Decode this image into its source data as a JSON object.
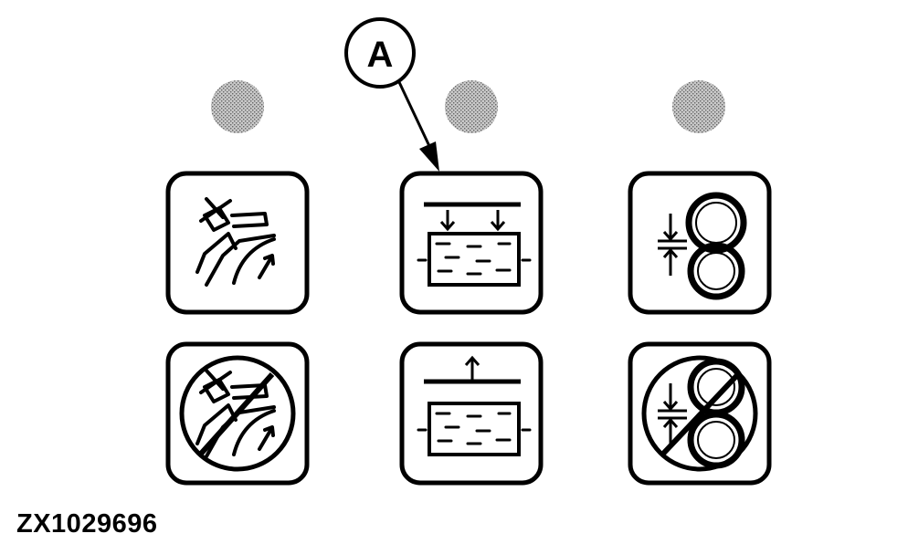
{
  "callout": {
    "letter": "A"
  },
  "figure_id": "ZX1029696",
  "colors": {
    "ink": "#000000",
    "paper": "#ffffff",
    "indicator_light": "#9a9a9a"
  },
  "indicator_lights": [
    {
      "name": "indicator-light-left"
    },
    {
      "name": "indicator-light-center"
    },
    {
      "name": "indicator-light-right"
    }
  ],
  "buttons": [
    {
      "name": "header-engage-button",
      "icon": "header-engage-icon"
    },
    {
      "name": "pressure-apply-button",
      "icon": "pressure-down-icon"
    },
    {
      "name": "rolls-close-button",
      "icon": "rolls-close-icon"
    },
    {
      "name": "header-disengage-button",
      "icon": "header-disengage-icon"
    },
    {
      "name": "pressure-release-button",
      "icon": "pressure-up-icon"
    },
    {
      "name": "rolls-open-button",
      "icon": "rolls-open-icon"
    }
  ]
}
